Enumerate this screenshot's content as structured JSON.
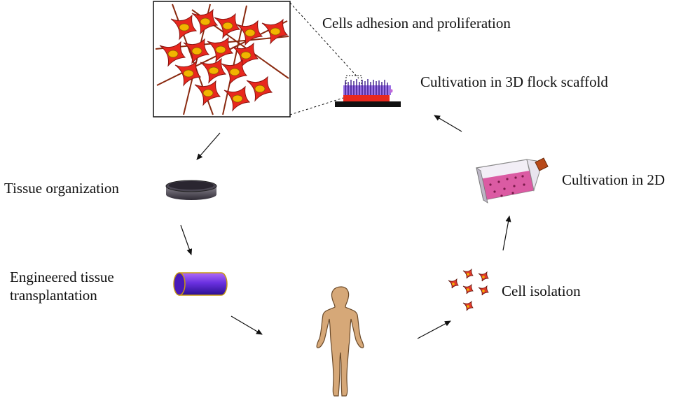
{
  "labels": {
    "cells_adhesion": "Cells adhesion and proliferation",
    "cultivation_3d": "Cultivation in 3D flock scaffold",
    "cultivation_2d": "Cultivation in 2D",
    "cell_isolation": "Cell isolation",
    "tissue_organization": "Tissue organization",
    "engineered_line1": "Engineered tissue",
    "engineered_line2": "transplantation"
  },
  "icons": {
    "magnified": "cells-on-fibers-magnified-icon",
    "scaffold": "flock-scaffold-icon",
    "flask": "culture-flask-icon",
    "isolated_cells": "isolated-cells-icon",
    "human": "human-body-icon",
    "dish": "petri-dish-icon",
    "tube": "tissue-tube-icon"
  },
  "colors": {
    "cell_red": "#e8281e",
    "cell_nucleus": "#f2b400",
    "fiber": "#8a2a10",
    "scaffold_purple": "#7a46d8",
    "tube_purple": "#5a2ad0",
    "skin": "#d6a878"
  }
}
